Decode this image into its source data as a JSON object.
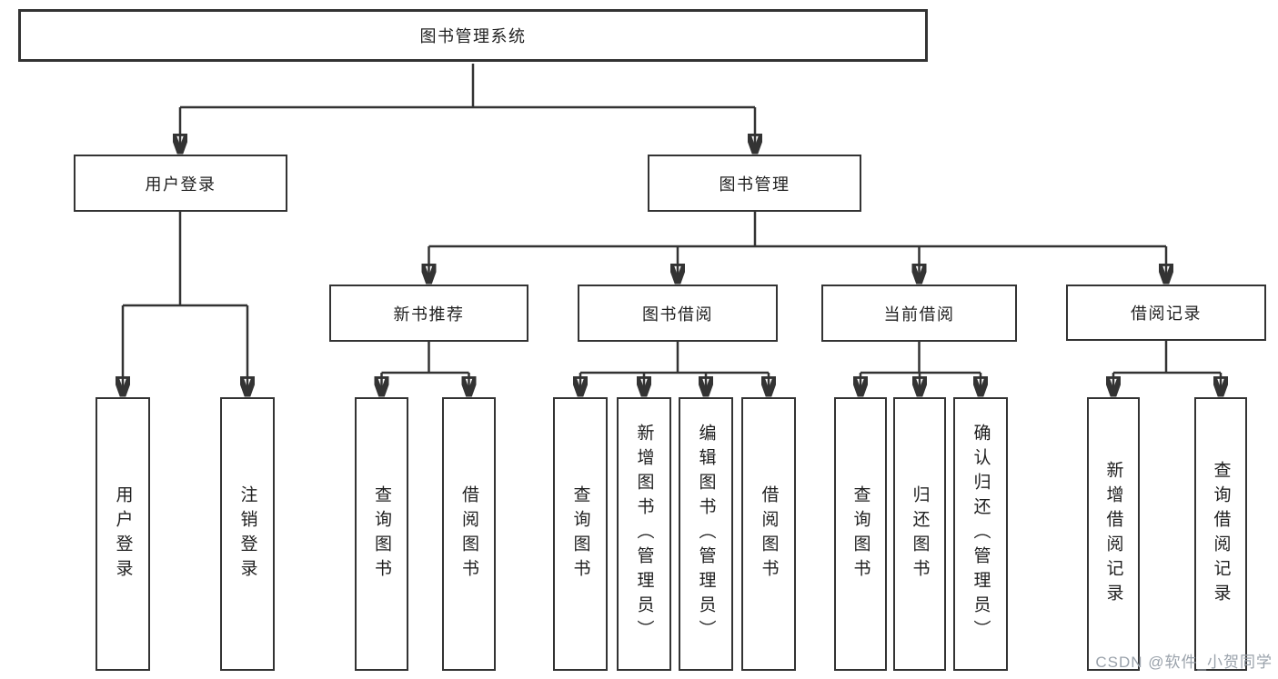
{
  "tree": {
    "root": {
      "label": "图书管理系统",
      "children": [
        {
          "label": "用户登录",
          "children": [
            {
              "label": "用户登录"
            },
            {
              "label": "注销登录"
            }
          ]
        },
        {
          "label": "图书管理",
          "children": [
            {
              "label": "新书推荐",
              "children": [
                {
                  "label": "查询图书"
                },
                {
                  "label": "借阅图书"
                }
              ]
            },
            {
              "label": "图书借阅",
              "children": [
                {
                  "label": "查询图书"
                },
                {
                  "label": "新增图书（管理员）"
                },
                {
                  "label": "编辑图书（管理员）"
                },
                {
                  "label": "借阅图书"
                }
              ]
            },
            {
              "label": "当前借阅",
              "children": [
                {
                  "label": "查询图书"
                },
                {
                  "label": "归还图书"
                },
                {
                  "label": "确认归还（管理员）"
                }
              ]
            },
            {
              "label": "借阅记录",
              "children": [
                {
                  "label": "新增借阅记录"
                },
                {
                  "label": "查询借阅记录"
                }
              ]
            }
          ]
        }
      ]
    }
  },
  "watermark": {
    "text": "CSDN @软件_小贺同学"
  },
  "colors": {
    "line": "#333333",
    "box_border": "#333333",
    "text": "#1f1f1f",
    "watermark": "#9aa2ab",
    "background": "#ffffff"
  }
}
